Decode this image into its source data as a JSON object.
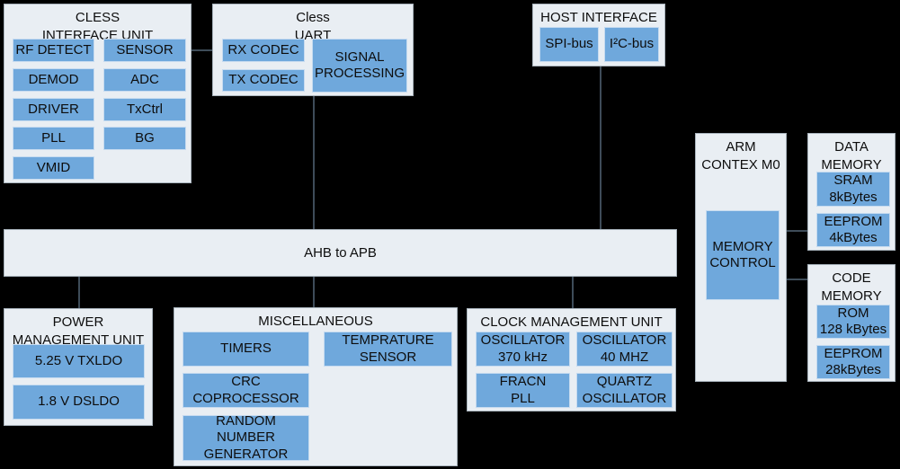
{
  "colors": {
    "background": "#000000",
    "container_fill": "#e9eef3",
    "container_border": "#a9b4bd",
    "block_fill": "#6fa8dc",
    "block_border": "#c6dbf0",
    "connector": "#3e4c59",
    "text": "#0d0d0d"
  },
  "bus": {
    "label": "AHB to APB"
  },
  "groups": {
    "cless": {
      "title": "CLESS\nINTERFACE UNIT",
      "blocks": [
        "RF DETECT",
        "SENSOR",
        "DEMOD",
        "ADC",
        "DRIVER",
        "TxCtrl",
        "PLL",
        "BG",
        "VMID"
      ]
    },
    "uart": {
      "title": "Cless\nUART",
      "blocks": [
        "RX CODEC",
        "TX CODEC",
        "SIGNAL\nPROCESSING"
      ]
    },
    "host": {
      "title": "HOST INTERFACE",
      "blocks": [
        "SPI-bus",
        "I²C-bus"
      ]
    },
    "arm": {
      "title": "ARM\nCONTEX M0",
      "blocks": [
        "MEMORY\nCONTROL"
      ]
    },
    "data_memory": {
      "title": "DATA\nMEMORY",
      "blocks": [
        "SRAM\n8kBytes",
        "EEPROM\n4kBytes"
      ]
    },
    "code_memory": {
      "title": "CODE\nMEMORY",
      "blocks": [
        "ROM\n128 kBytes",
        "EEPROM\n28kBytes"
      ]
    },
    "pmu": {
      "title": "POWER\nMANAGEMENT UNIT",
      "blocks": [
        "5.25 V TXLDO",
        "1.8 V DSLDO"
      ]
    },
    "misc": {
      "title": "MISCELLANEOUS",
      "blocks": [
        "TIMERS",
        "CRC\nCOPROCESSOR",
        "RANDOM\nNUMBER\nGENERATOR",
        "TEMPRATURE\nSENSOR"
      ]
    },
    "cmu": {
      "title": "CLOCK MANAGEMENT UNIT",
      "blocks": [
        "OSCILLATOR\n370 kHz",
        "OSCILLATOR\n40 MHZ",
        "FRACN\nPLL",
        "QUARTZ\nOSCILLATOR"
      ]
    }
  }
}
